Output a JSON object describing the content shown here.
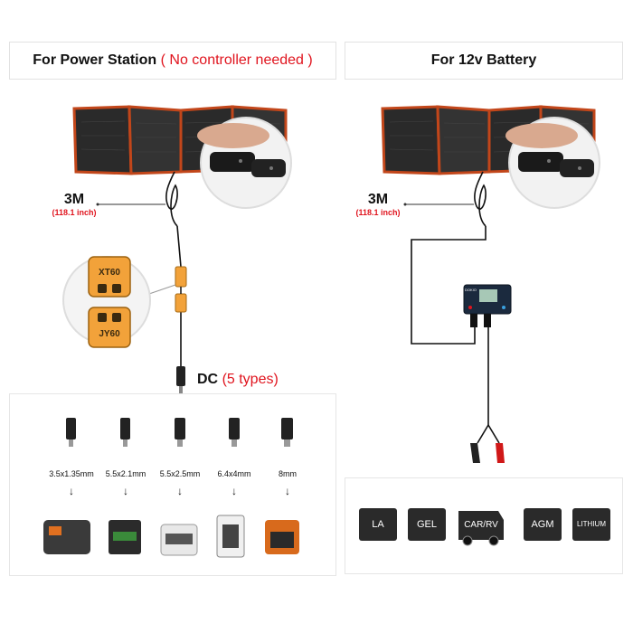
{
  "left": {
    "title": "For Power Station",
    "title_note": "( No controller needed )",
    "length": "3M",
    "length_inch": "(118.1 inch)",
    "connector_top": "XT60",
    "connector_bottom": "JY60",
    "dc_label": "DC",
    "dc_note": "(5 types)",
    "sizes": [
      "3.5x1.35mm",
      "5.5x2.1mm",
      "5.5x2.5mm",
      "6.4x4mm",
      "8mm"
    ],
    "arrow": "↓"
  },
  "right": {
    "title": "For 12v Battery",
    "length": "3M",
    "length_inch": "(118.1 inch)",
    "controller_brand": "DOKIO",
    "batteries": [
      "LA",
      "GEL",
      "CAR/RV",
      "AGM",
      "LITHIUM"
    ]
  },
  "colors": {
    "accent_red": "#e0141e",
    "panel_dark": "#2a2a2a",
    "panel_frame": "#c2461a"
  }
}
